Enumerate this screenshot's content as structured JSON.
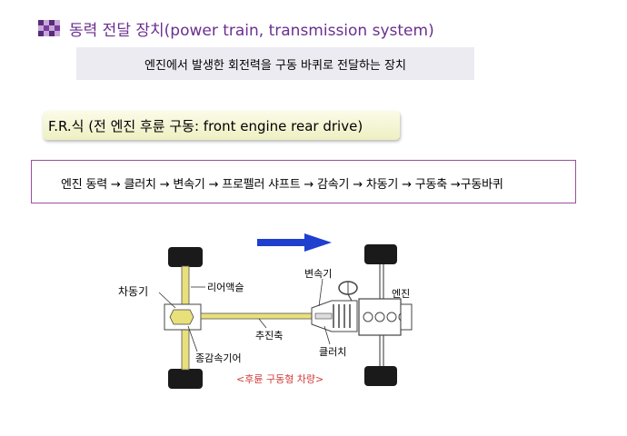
{
  "heading": {
    "text": "동력 전달 장치(power train, transmission system)"
  },
  "definition": {
    "text": "엔진에서 발생한 회전력을 구동 바퀴로 전달하는 장치"
  },
  "fr_type": {
    "text": "F.R.식 (전 엔진  후륜 구동: front engine rear drive)"
  },
  "flow": {
    "text": "엔진 동력 → 클러치 → 변속기 → 프로펠러 샤프트 → 감속기 → 차동기 → 구동축 →구동바퀴"
  },
  "diagram": {
    "labels": {
      "differential": "차동기",
      "rear_axle": "리어액슬",
      "transmission": "변속기",
      "engine": "엔진",
      "propeller_shaft": "추진축",
      "final_gear": "종감속기어",
      "clutch": "클러치",
      "caption": "<후륜 구동형 차량>"
    },
    "colors": {
      "arrow": "#1f3fcf",
      "shaft": "#e8e07a",
      "caption": "#d23a3a"
    }
  }
}
